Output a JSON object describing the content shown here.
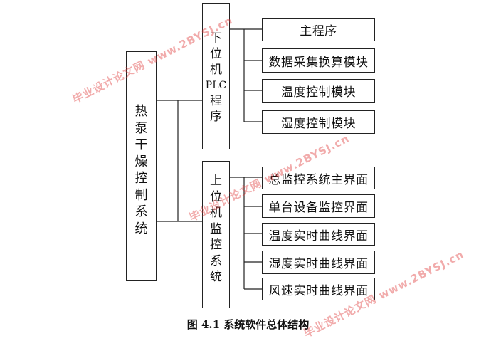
{
  "diagram": {
    "root": {
      "label": "热泵干燥控制系统"
    },
    "branches": [
      {
        "label_lines": [
          "下",
          "位",
          "机",
          "PLC",
          "程",
          "序"
        ],
        "children": [
          "主程序",
          "数据采集换算模块",
          "温度控制模块",
          "湿度控制模块"
        ]
      },
      {
        "label_lines": [
          "上",
          "位",
          "机",
          "监",
          "控",
          "系",
          "统"
        ],
        "children": [
          "总监控系统主界面",
          "单台设备监控界面",
          "温度实时曲线界面",
          "湿度实时曲线界面",
          "风速实时曲线界面"
        ]
      }
    ],
    "caption": "图 4.1 系统软件总体结构"
  },
  "watermarks": [
    "毕业设计论文网 www.2BYSJ.cn",
    "毕业设计论文网 www.2BYSJ.cn",
    "毕业设计论文网 www.2BYSJ.cn"
  ],
  "colors": {
    "line": "#222222",
    "watermark": "#e03838"
  }
}
